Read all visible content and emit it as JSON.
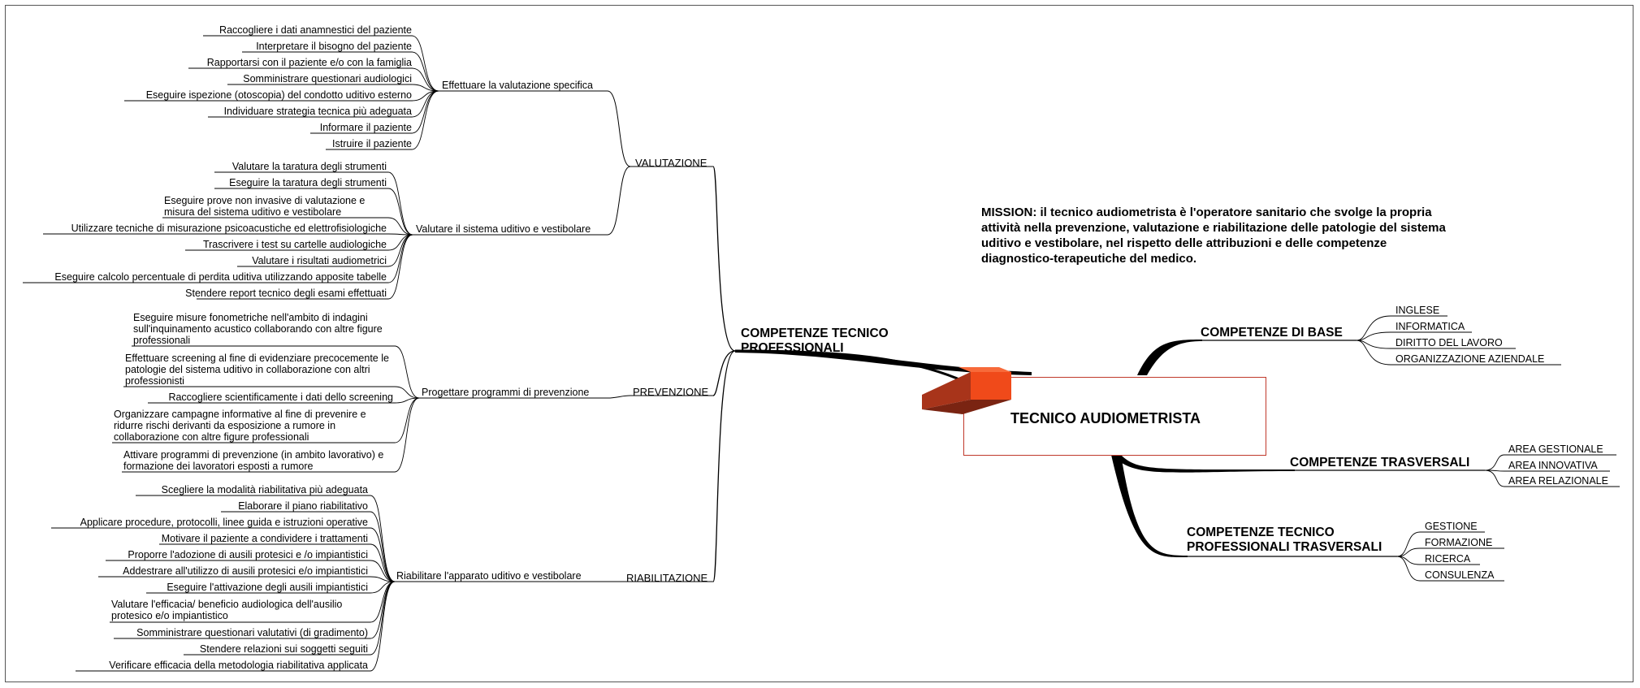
{
  "center": {
    "title": "TECNICO AUDIOMETRISTA"
  },
  "mission": "MISSION: il tecnico audiometrista è l'operatore sanitario che svolge la propria attività nella prevenzione, valutazione e riabilitazione delle patologie del sistema uditivo e vestibolare, nel rispetto delle attribuzioni e delle competenze diagnostico-terapeutiche del medico.",
  "colors": {
    "line": "#000000",
    "center_border": "#c0392b",
    "cube_light": "#f04a1a",
    "cube_dark": "#a8341a",
    "cube_shadow": "#7a2412"
  },
  "left": {
    "topic": "COMPETENZE TECNICO PROFESSIONALI",
    "branches": [
      {
        "label": "VALUTAZIONE",
        "subs": [
          {
            "label": "Effettuare la valutazione specifica",
            "items": [
              "Raccogliere i dati anamnestici del paziente",
              "Interpretare il bisogno del paziente",
              "Rapportarsi con il paziente e/o con la famiglia",
              "Somministrare questionari audiologici",
              "Eseguire ispezione (otoscopia) del condotto uditivo esterno",
              "Individuare strategia tecnica più adeguata",
              "Informare il paziente",
              "Istruire il paziente"
            ]
          },
          {
            "label": "Valutare il sistema uditivo e vestibolare",
            "items": [
              "Valutare la taratura degli strumenti",
              "Eseguire la taratura degli strumenti",
              "Eseguire prove non invasive di valutazione e misura del sistema uditivo e vestibolare",
              "Utilizzare tecniche di misurazione psicoacustiche ed elettrofisiologiche",
              "Trascrivere i test su cartelle audiologiche",
              "Valutare i risultati audiometrici",
              "Eseguire calcolo percentuale di perdita uditiva utilizzando apposite tabelle",
              "Stendere report tecnico degli esami effettuati"
            ]
          }
        ]
      },
      {
        "label": "PREVENZIONE",
        "subs": [
          {
            "label": "Progettare programmi di prevenzione",
            "items": [
              "Eseguire misure fonometriche nell'ambito di indagini sull'inquinamento acustico collaborando con altre figure professionali",
              "Effettuare screening al fine di evidenziare precocemente le patologie del sistema uditivo in collaborazione con altri professionisti",
              "Raccogliere scientificamente i dati dello screening",
              "Organizzare campagne informative al fine di prevenire e ridurre rischi derivanti da esposizione a rumore in collaborazione con altre figure professionali",
              "Attivare programmi di prevenzione (in ambito lavorativo) e formazione dei lavoratori esposti a rumore"
            ]
          }
        ]
      },
      {
        "label": "RIABILITAZIONE",
        "subs": [
          {
            "label": "Riabilitare l'apparato uditivo e vestibolare",
            "items": [
              "Scegliere la modalità  riabilitativa più adeguata",
              "Elaborare il piano riabilitativo",
              "Applicare procedure, protocolli, linee guida  e istruzioni operative",
              "Motivare il paziente a condividere i trattamenti",
              "Proporre l'adozione di ausili protesici e /o impiantistici",
              "Addestrare all'utilizzo di ausili protesici e/o impiantistici",
              "Eseguire l'attivazione degli ausili impiantistici",
              "Valutare l'efficacia/ beneficio audiologica dell'ausilio protesico e/o impiantistico",
              "Somministrare questionari valutativi (di gradimento)",
              "Stendere relazioni sui soggetti seguiti",
              "Verificare  efficacia della metodologia riabilitativa applicata"
            ]
          }
        ]
      }
    ]
  },
  "right": [
    {
      "topic": "COMPETENZE DI BASE",
      "items": [
        "INGLESE",
        "INFORMATICA",
        "DIRITTO DEL LAVORO",
        "ORGANIZZAZIONE AZIENDALE"
      ]
    },
    {
      "topic": "COMPETENZE TRASVERSALI",
      "items": [
        "AREA GESTIONALE",
        "AREA INNOVATIVA",
        "AREA RELAZIONALE"
      ]
    },
    {
      "topic": "COMPETENZE TECNICO PROFESSIONALI TRASVERSALI",
      "items": [
        "GESTIONE",
        "FORMAZIONE",
        "RICERCA",
        "CONSULENZA"
      ]
    }
  ]
}
